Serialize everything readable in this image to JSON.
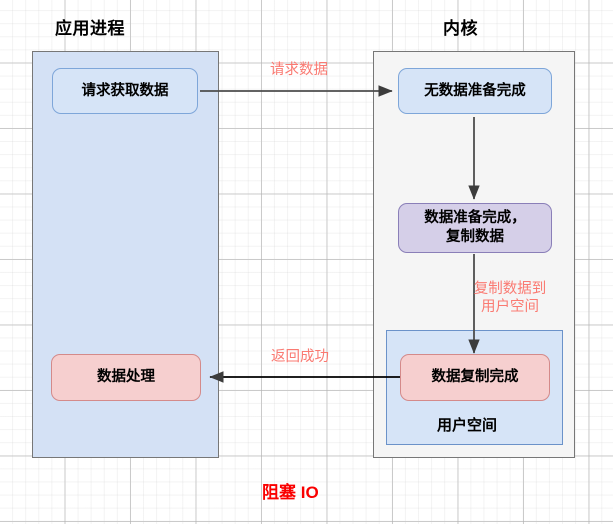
{
  "diagram": {
    "caption": "阻塞 IO",
    "lanes": [
      {
        "id": "app",
        "title": "应用进程"
      },
      {
        "id": "kernel",
        "title": "内核"
      }
    ],
    "nodes": [
      {
        "id": "request-data",
        "label": "请求获取数据",
        "style": "blue"
      },
      {
        "id": "no-data-ready",
        "label": "无数据准备完成",
        "style": "blue"
      },
      {
        "id": "data-ready-copy",
        "label": "数据准备完成，\n复制数据",
        "style": "purple"
      },
      {
        "id": "copy-complete",
        "label": "数据复制完成",
        "style": "pink"
      },
      {
        "id": "data-process",
        "label": "数据处理",
        "style": "pink"
      }
    ],
    "userspace": {
      "label": "用户空间"
    },
    "edges": [
      {
        "id": "request",
        "label": "请求数据",
        "from": "request-data",
        "to": "no-data-ready"
      },
      {
        "id": "kernel-wait",
        "label": "",
        "from": "no-data-ready",
        "to": "data-ready-copy"
      },
      {
        "id": "copy-to-user",
        "label": "复制数据到\n用户空间",
        "from": "data-ready-copy",
        "to": "copy-complete"
      },
      {
        "id": "return-success",
        "label": "返回成功",
        "from": "copy-complete",
        "to": "data-process"
      }
    ],
    "colors": {
      "accent_red": "#fa0000",
      "label_red": "#fa7a72",
      "node_blue_fill": "#d6e4f7",
      "node_blue_border": "#7ea6d9",
      "node_purple_fill": "#d5cfe8",
      "node_purple_border": "#8a7fb8",
      "node_pink_fill": "#f6cfcf",
      "node_pink_border": "#d48a8a",
      "app_container_fill": "#d4e1f5",
      "kernel_container_fill": "#f5f5f5",
      "container_border": "#777777",
      "connector": "#4d4d4d"
    }
  }
}
